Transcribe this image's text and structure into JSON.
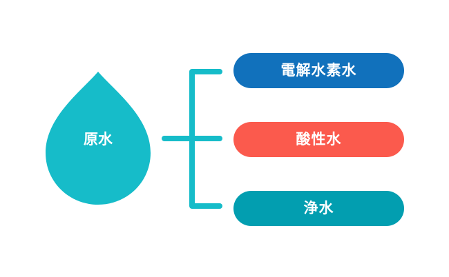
{
  "source": {
    "label": "原水",
    "shape": "water-drop",
    "color": "#16BCC9"
  },
  "connector": {
    "color": "#16BCC9"
  },
  "outputs": [
    {
      "label": "電解水素水",
      "color": "#1171BC"
    },
    {
      "label": "酸性水",
      "color": "#FB5A4D"
    },
    {
      "label": "浄水",
      "color": "#029EB0"
    }
  ]
}
